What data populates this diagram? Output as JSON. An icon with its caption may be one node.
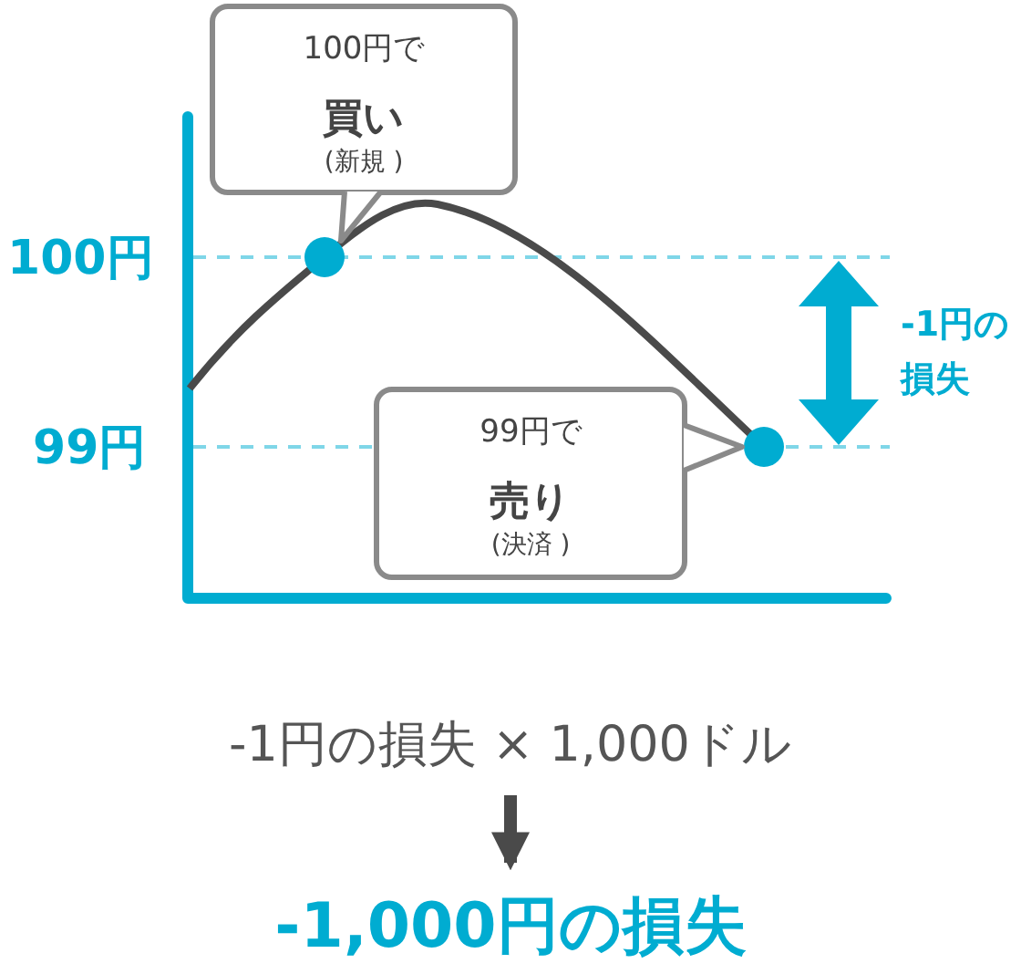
{
  "diagram": {
    "nodes": [
      {
        "text": [
          "100円で",
          "買い",
          "(新規 )"
        ]
      },
      {
        "text": [],
        "shape": "circle"
      },
      {
        "text": [
          "99円で",
          "売り",
          "(決済 )"
        ]
      },
      {
        "text": [],
        "shape": "circle"
      },
      {
        "text": [
          "-1円の損失 × 1,000ドル"
        ]
      },
      {
        "text": [
          "-1,000円の損失"
        ]
      }
    ],
    "edges": [
      {
        "from": 0,
        "to": 1,
        "arrow": "to"
      },
      {
        "from": 2,
        "to": 3,
        "arrow": "to"
      },
      {
        "from": 4,
        "to": 5,
        "arrow": "to",
        "style": "thick"
      }
    ],
    "labels": [
      "100円",
      "99円",
      "-1円の損失"
    ]
  }
}
